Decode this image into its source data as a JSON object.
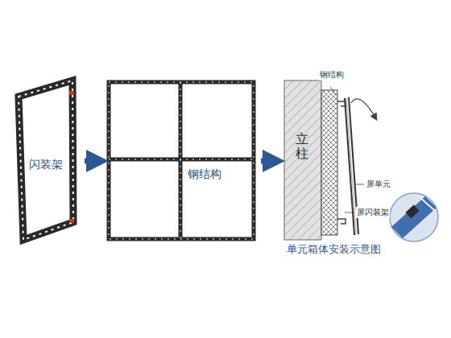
{
  "diagram": {
    "caption": "单元箱体安装示意图",
    "nodes": [
      {
        "text": [
          "闪装架"
        ]
      },
      {
        "text": [
          "钢结构"
        ]
      },
      {
        "text": [
          "立柱"
        ]
      }
    ],
    "edges": [
      {
        "from": 0,
        "to": 1,
        "arrow": "to"
      },
      {
        "from": 1,
        "to": 2,
        "arrow": "to"
      }
    ],
    "labels": [
      "钢结构",
      "屏单元",
      "屏闪装架"
    ]
  }
}
